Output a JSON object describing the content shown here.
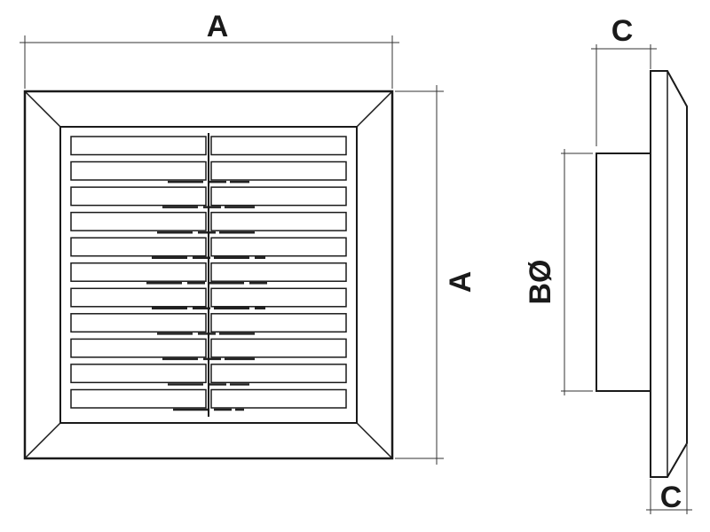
{
  "labels": {
    "front_width": "A",
    "front_height": "A",
    "side_top_depth": "C",
    "side_bottom_depth": "C",
    "diameter": "BØ"
  },
  "grille": {
    "slat_count": 11
  },
  "colors": {
    "stroke": "#1a1a1a",
    "background": "#ffffff"
  }
}
